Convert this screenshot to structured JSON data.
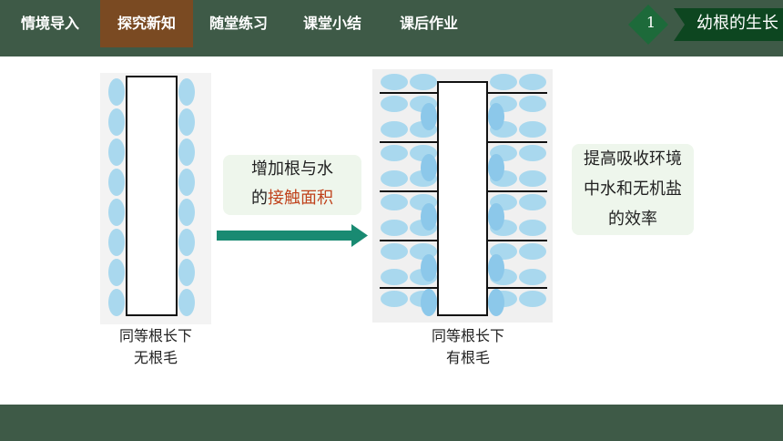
{
  "nav": {
    "tabs": [
      {
        "label": "情境导入"
      },
      {
        "label": "探究新知",
        "active": true
      },
      {
        "label": "随堂练习"
      },
      {
        "label": "课堂小结"
      },
      {
        "label": "课后作业"
      }
    ]
  },
  "section_badge": {
    "number": "1",
    "title": "幼根的生长"
  },
  "figure_left": {
    "caption_line1": "同等根长下",
    "caption_line2": "无根毛"
  },
  "figure_right": {
    "caption_line1": "同等根长下",
    "caption_line2": "有根毛"
  },
  "middle_note": {
    "text_line1": "增加根与水",
    "text_line2_prefix": "的",
    "text_line2_highlight": "接触面积"
  },
  "right_note": {
    "line1": "提高吸收环境",
    "line2": "中水和无机盐",
    "line3": "的效率"
  },
  "colors": {
    "bar": "#3e5a47",
    "active_tab": "#7a4a22",
    "arrow": "#198a72",
    "water": "#a9d8ee",
    "highlight": "#c0431d"
  }
}
